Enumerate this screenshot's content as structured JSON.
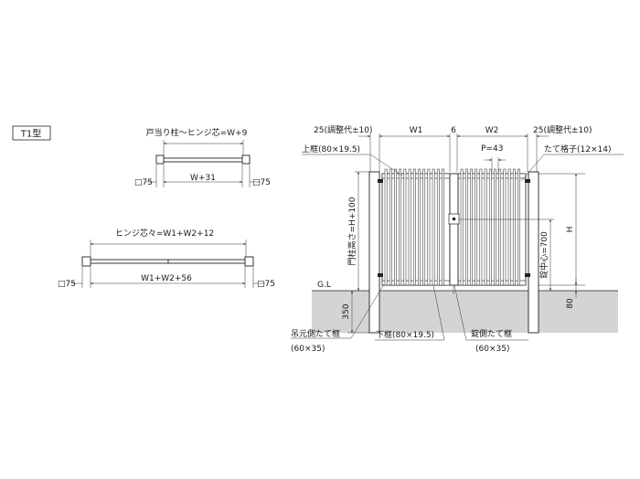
{
  "type_label": "T1型",
  "plan_single": {
    "top_label": "戸当り柱～ヒンジ芯=W+9",
    "width_label": "W+31",
    "post_left": "□75",
    "post_right": "□75"
  },
  "plan_double": {
    "top_label": "ヒンジ芯々=W1+W2+12",
    "width_label": "W1+W2+56",
    "post_left": "□75",
    "post_right": "□75"
  },
  "elevation": {
    "adj_left": "25(調整代±10)",
    "w1": "W1",
    "gap": "6",
    "w2": "W2",
    "adj_right": "25(調整代±10)",
    "top_frame": "上框(80×19.5)",
    "pitch": "P=43",
    "vertical_bars": "たて格子(12×14)",
    "post_height": "門柱高さ=H+100",
    "height": "H",
    "lock_center": "錠中心=700",
    "clearance": "80",
    "ground": "G.L",
    "embed": "350",
    "hinge_stile": "吊元側たて框",
    "hinge_stile_size": "(60×35)",
    "bottom_frame": "下框(80×19.5)",
    "lock_stile": "錠側たて框",
    "lock_stile_size": "(60×35)"
  }
}
